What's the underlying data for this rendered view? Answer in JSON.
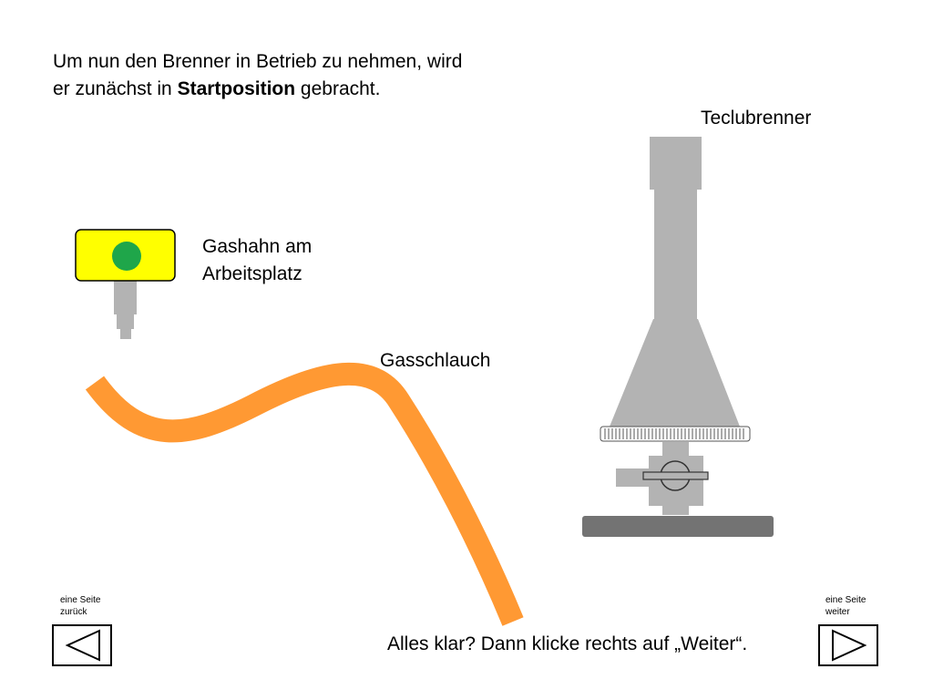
{
  "instruction": {
    "line1": "Um nun den Brenner in Betrieb zu nehmen, wird",
    "line2_pre": "er zunächst in ",
    "line2_bold": "Startposition",
    "line2_post": " gebracht."
  },
  "labels": {
    "burner": "Teclubrenner",
    "gas_tap_line1": "Gashahn am",
    "gas_tap_line2": "Arbeitsplatz",
    "hose": "Gasschlauch"
  },
  "footer": {
    "prompt": "Alles klar? Dann klicke rechts auf „Weiter“."
  },
  "nav": {
    "back": {
      "caption_line1": "eine Seite",
      "caption_line2": "zurück",
      "icon": "triangle-left-icon"
    },
    "next": {
      "caption_line1": "eine Seite",
      "caption_line2": "weiter",
      "icon": "triangle-right-icon"
    }
  },
  "colors": {
    "gas_tap_body": "#ffff00",
    "gas_tap_knob": "#1fa64a",
    "hose": "#ff9933",
    "burner_metal": "#b3b3b3",
    "burner_base": "#737373"
  }
}
